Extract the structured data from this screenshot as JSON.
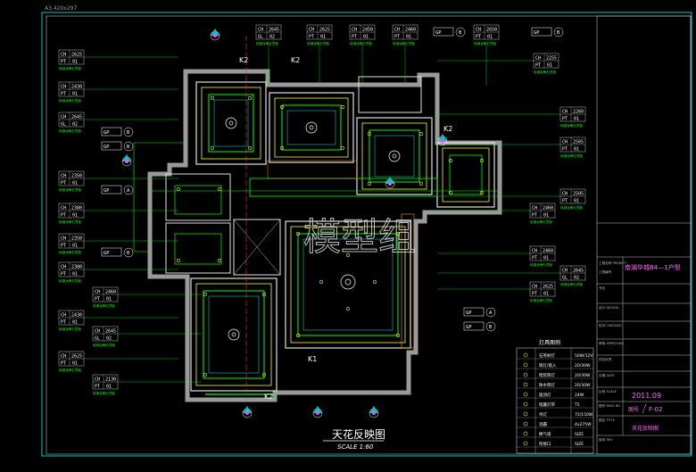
{
  "sheet": {
    "size_label": "A3,420x297",
    "title": "天花反映图",
    "scale": "SCALE 1:60",
    "watermark": "模型组"
  },
  "title_block": {
    "project": "南湖华城B4—1户型",
    "date": "2011.09",
    "sheet_no_prefix": "图号",
    "sheet_no": "F-02",
    "sheet_title": "天花反映图",
    "small_rows": [
      "工程名称 PROJECT",
      "工程编号",
      "专业",
      "设计 DESIGN",
      "校对 CHECKED",
      "审核 APPROVED",
      "项目负责",
      "日期 DATE",
      "比例 SCALE",
      "图号 DWG NO",
      "图名 TITLE",
      "版本 REV"
    ]
  },
  "legend": {
    "title": "灯具图例",
    "rows": [
      {
        "name": "石英射灯",
        "spec": "50W/12V"
      },
      {
        "name": "筒灯/嵌入",
        "spec": "20/30W"
      },
      {
        "name": "暗装筒灯",
        "spec": "20/30W"
      },
      {
        "name": "防水筒灯",
        "spec": "20/30W"
      },
      {
        "name": "吸顶灯",
        "spec": "24W"
      },
      {
        "name": "暗藏灯带",
        "spec": "T5"
      },
      {
        "name": "吊灯",
        "spec": "75/150W"
      },
      {
        "name": "浴霸",
        "spec": "4x275W"
      },
      {
        "name": "换气扇",
        "spec": "SIZE"
      },
      {
        "name": "检修口",
        "spec": "SIZE"
      }
    ]
  },
  "left_tags": [
    {
      "ch": "2625",
      "code": "01"
    },
    {
      "ch": "2430",
      "code": "01"
    },
    {
      "ch": "2645",
      "code": "02"
    },
    {
      "ch": "2350",
      "code": "01"
    },
    {
      "ch": "2380",
      "code": "01"
    },
    {
      "ch": "2350",
      "code": "01"
    },
    {
      "ch": "2380",
      "code": "01"
    },
    {
      "ch": "2430",
      "code": "01"
    },
    {
      "ch": "2625",
      "code": "01"
    }
  ],
  "left_inner_tags": [
    {
      "ch": "2460",
      "code": "01"
    },
    {
      "ch": "2645",
      "code": "02"
    },
    {
      "ch": "2130",
      "code": "01"
    }
  ],
  "top_tags": [
    {
      "ch": "2645",
      "code": "02"
    },
    {
      "ch": "2625",
      "code": "01"
    },
    {
      "ch": "2450",
      "code": "01"
    },
    {
      "ch": "2460",
      "code": "01"
    },
    {
      "ch": "2650",
      "code": "01"
    }
  ],
  "right_tags": [
    {
      "ch": "2255",
      "code": "01"
    },
    {
      "ch": "2260",
      "code": "01"
    },
    {
      "ch": "2505",
      "code": "01"
    },
    {
      "ch": "2505",
      "code": "01"
    },
    {
      "ch": "2460",
      "code": "01"
    },
    {
      "ch": "2460",
      "code": "01"
    },
    {
      "ch": "2645",
      "code": "02"
    },
    {
      "ch": "2625",
      "code": "01"
    }
  ],
  "gp_labels": [
    "GP",
    "GP",
    "GP",
    "GP",
    "GP",
    "GP",
    "GP",
    "GP"
  ],
  "gp_letters": [
    "B",
    "B",
    "A",
    "B",
    "B",
    "B",
    "A",
    "B"
  ],
  "k_labels": [
    "K2",
    "K2",
    "K2",
    "K1",
    "K2"
  ],
  "tag_prefix_ch": "CH",
  "tag_prefix_pt": "PT",
  "tag_prefix_gl": "GL",
  "tag_note": "轻钢龙骨石膏板"
}
